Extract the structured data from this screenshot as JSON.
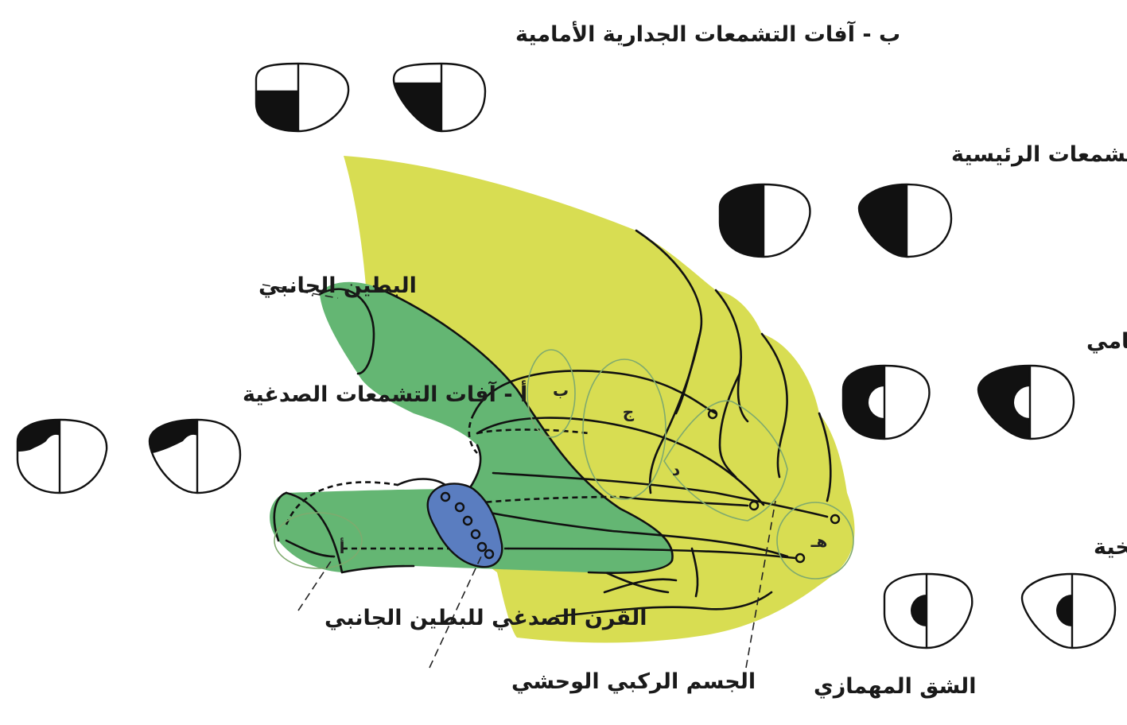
{
  "colors": {
    "cortex": "#d8dd52",
    "ventricle": "#64b673",
    "lgn": "#5a7dc0",
    "lesion": "#111111"
  },
  "labels": {
    "lesion_b": "ب - آفات التشمعات الجدارية الأمامية",
    "lesion_j": "ج - آفات التشمعات الرئيسية",
    "lesion_d": "د - آفات القشر البصري الأمامي",
    "lesion_h": "هـ - آفات القشر اللطخية",
    "lesion_a": "أ - آفات التشمعات الصدغية",
    "lateral_ventricle": "البطين الجانبي",
    "temporal_horn": "القرن الصدغي للبطين الجانبي",
    "lgn": "الجسم الركبي الوحشي",
    "calcarine": "الشق المهمازي"
  },
  "region_letters": {
    "a": "أ",
    "b": "ب",
    "j": "ج",
    "d": "د",
    "h": "هـ"
  }
}
